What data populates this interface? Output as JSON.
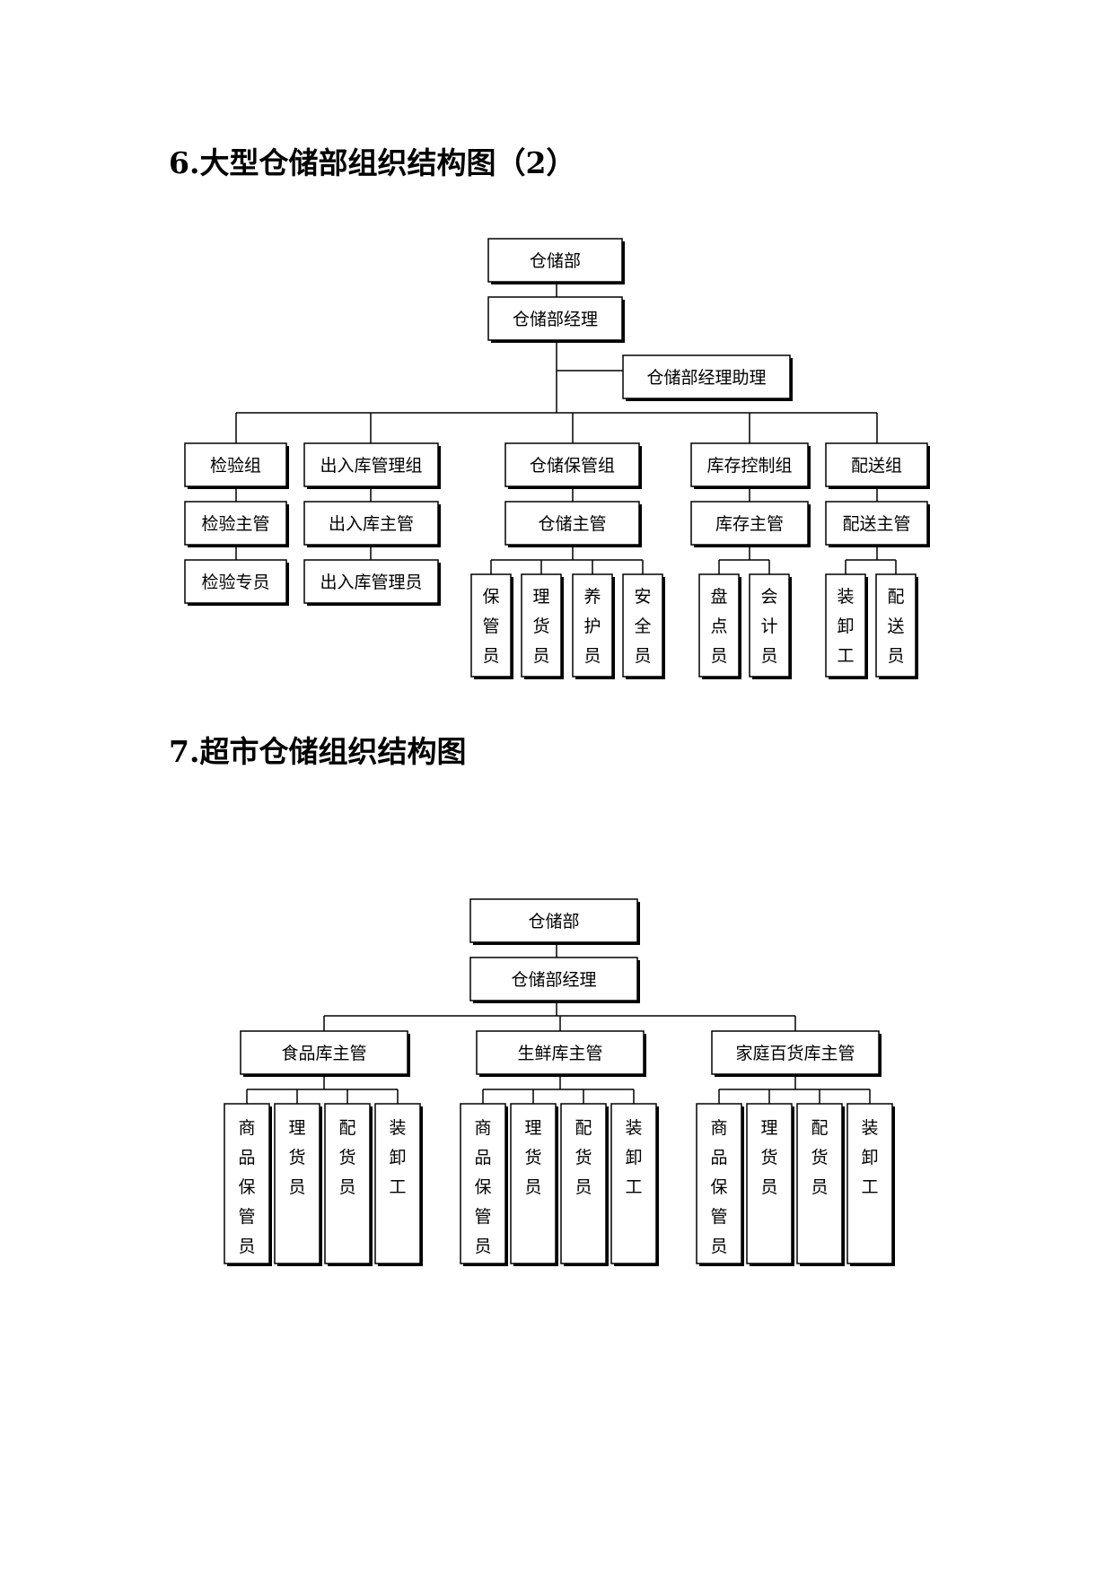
{
  "diagram1": {
    "title": "6.大型仓储部组织结构图（2）",
    "root": "仓储部",
    "manager": "仓储部经理",
    "assistant": "仓储部经理助理",
    "groups": [
      {
        "name": "检验组",
        "lead": "检验主管",
        "members": [
          "检验专员"
        ],
        "layout": "horizontal"
      },
      {
        "name": "出入库管理组",
        "lead": "出入库主管",
        "members": [
          "出入库管理员"
        ],
        "layout": "horizontal"
      },
      {
        "name": "仓储保管组",
        "lead": "仓储主管",
        "members": [
          "保管员",
          "理货员",
          "养护员",
          "安全员"
        ],
        "layout": "vertical"
      },
      {
        "name": "库存控制组",
        "lead": "库存主管",
        "members": [
          "盘点员",
          "会计员"
        ],
        "layout": "vertical"
      },
      {
        "name": "配送组",
        "lead": "配送主管",
        "members": [
          "装卸工",
          "配送员"
        ],
        "layout": "vertical"
      }
    ]
  },
  "diagram2": {
    "title": "7.超市仓储组织结构图",
    "root": "仓储部",
    "manager": "仓储部经理",
    "groups": [
      {
        "lead": "食品库主管",
        "members": [
          "商品保管员",
          "理货员",
          "配货员",
          "装卸工"
        ]
      },
      {
        "lead": "生鲜库主管",
        "members": [
          "商品保管员",
          "理货员",
          "配货员",
          "装卸工"
        ]
      },
      {
        "lead": "家庭百货库主管",
        "members": [
          "商品保管员",
          "理货员",
          "配货员",
          "装卸工"
        ]
      }
    ]
  }
}
